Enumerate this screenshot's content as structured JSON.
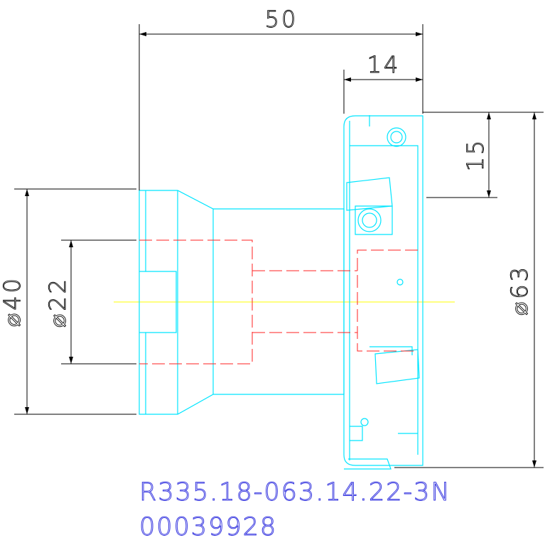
{
  "colors": {
    "dimension": "#000000",
    "part_outline": "#00e5ff",
    "hidden_lines": "#ff2020",
    "centerline": "#ffff00",
    "caption": "#3a3ae0"
  },
  "dimensions": {
    "overall_length": "50",
    "insert_width": "14",
    "insert_offset": "15",
    "hub_diameter": "⌀40",
    "bore_diameter": "⌀22",
    "cutter_diameter": "⌀63"
  },
  "caption": {
    "part_number": "R335.18-063.14.22-3N",
    "item_code": "00039928"
  }
}
